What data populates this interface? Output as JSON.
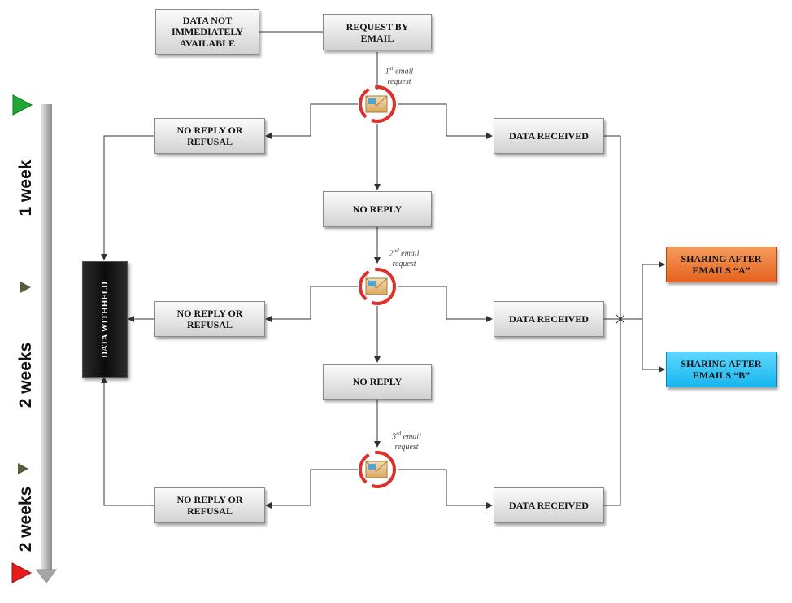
{
  "boxes": {
    "data_not_available": "DATA NOT\nIMMEDIATELY\nAVAILABLE",
    "request_by_email": "REQUEST BY\nEMAIL",
    "no_reply_refusal": "NO REPLY OR\nREFUSAL",
    "data_received": "DATA RECEIVED",
    "no_reply": "NO REPLY",
    "data_withheld": "DATA WITHHELD",
    "sharing_a": "SHARING AFTER\nEMAILS “A”",
    "sharing_b": "SHARING AFTER\nEMAILS “B”"
  },
  "notes": {
    "email1_num": "1",
    "email1_sup": "st",
    "email2_num": "2",
    "email2_sup": "nd",
    "email3_num": "3",
    "email3_sup": "rd",
    "email_text": "email",
    "request_text": "request"
  },
  "timeline": {
    "one_week": "1 week",
    "two_weeks": "2 weeks"
  },
  "colors": {
    "start_marker": "#21a832",
    "end_marker": "#e81c1c",
    "mid_marker": "#5a5a3c",
    "sharing_a": "#ec7a35",
    "sharing_b": "#2ec4f5"
  },
  "icons": {
    "email_cycle": "email-cycle-icon"
  }
}
